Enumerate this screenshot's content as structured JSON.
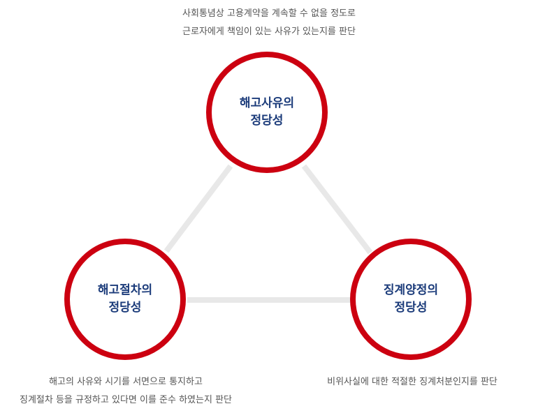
{
  "nodes": {
    "top": {
      "title_line1": "해고사유의",
      "title_line2": "정당성",
      "desc_line1": "사회통념상 고용계약을 계속할 수 없을 정도로",
      "desc_line2": "근로자에게 책임이 있는 사유가 있는지를 판단"
    },
    "left": {
      "title_line1": "해고절차의",
      "title_line2": "정당성",
      "desc_line1": "해고의 사유와 시기를 서면으로 통지하고",
      "desc_line2": "징계절차 등을 규정하고 있다면 이를 준수 하였는지 판단"
    },
    "right": {
      "title_line1": "징계양정의",
      "title_line2": "정당성",
      "desc_line1": "비위사실에 대한 적절한 징계처분인지를 판단"
    }
  },
  "colors": {
    "circle_border": "#cc0010",
    "title_text": "#1b3b7a",
    "connector": "#e8e8e8",
    "description_text": "#555555"
  }
}
